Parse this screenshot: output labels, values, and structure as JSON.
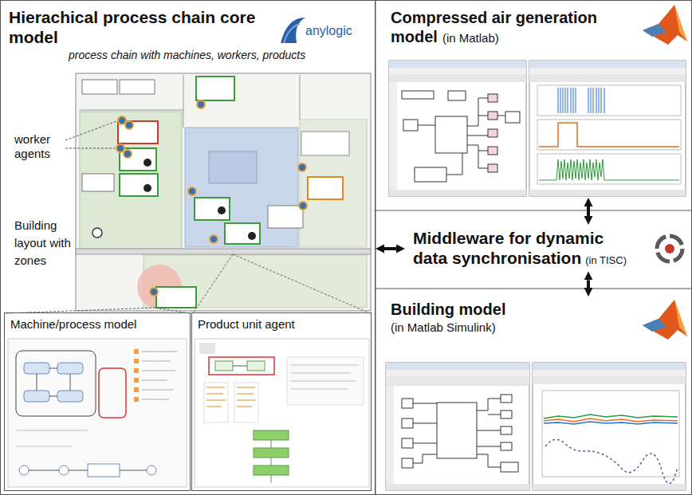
{
  "diagram": {
    "nodes": [
      {
        "text": [
          "Hierachical process chain core model",
          "process chain with machines, workers, products"
        ]
      },
      {
        "text": [
          "Machine/process model"
        ],
        "in": 0
      },
      {
        "text": [
          "Product unit agent"
        ],
        "in": 0
      },
      {
        "text": [
          "Compressed air generation model",
          "(in Matlab)"
        ]
      },
      {
        "text": [
          "Middleware for dynamic data synchronisation",
          "(in TISC)"
        ]
      },
      {
        "text": [
          "Building model",
          "(in Matlab Simulink)"
        ]
      }
    ],
    "edges": [
      {
        "from": 0,
        "to": 4,
        "arrow": "both"
      },
      {
        "from": 3,
        "to": 4,
        "arrow": "both"
      },
      {
        "from": 4,
        "to": 5,
        "arrow": "both"
      }
    ],
    "labels": [
      "anylogic",
      "worker agents",
      "Building layout with zones"
    ]
  }
}
